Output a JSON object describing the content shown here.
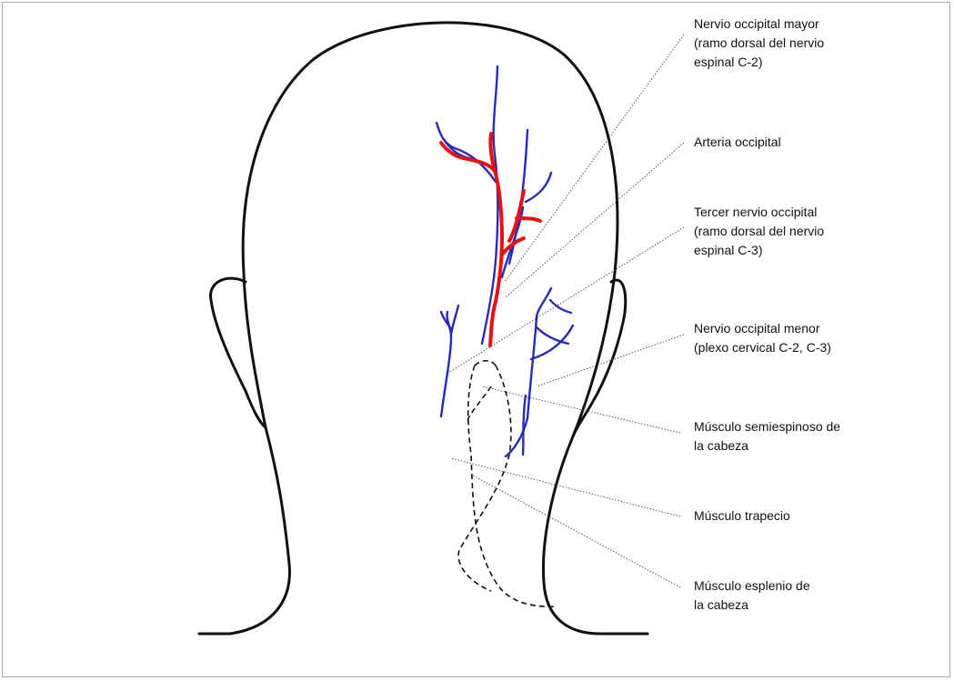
{
  "labels": [
    {
      "id": "greater-occipital-nerve",
      "text": "Nervio occipital mayor\n(ramo dorsal del nervio\nespinal C-2)"
    },
    {
      "id": "occipital-artery",
      "text": "Arteria occipital"
    },
    {
      "id": "third-occipital-nerve",
      "text": "Tercer nervio occipital\n(ramo dorsal del nervio\nespinal C-3)"
    },
    {
      "id": "lesser-occipital-nerve",
      "text": "Nervio occipital menor\n(plexo cervical C-2, C-3)"
    },
    {
      "id": "semispinalis-capitis",
      "text": "Músculo semiespinoso de\nla cabeza"
    },
    {
      "id": "trapezius",
      "text": "Músculo trapecio"
    },
    {
      "id": "splenius-capitis",
      "text": "Músculo esplenio de\nla cabeza"
    }
  ],
  "colors": {
    "outline": "#111111",
    "nerve": "#2a2ab8",
    "artery": "#e41212",
    "leader": "#555555",
    "border": "#a7a7a7"
  }
}
